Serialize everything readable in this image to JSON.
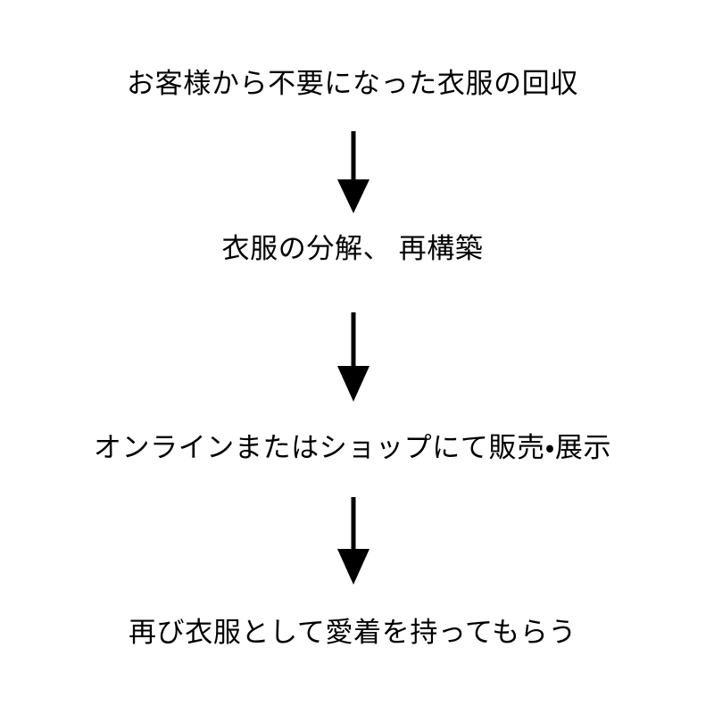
{
  "diagram": {
    "type": "vertical-flowchart",
    "title": "",
    "background_color": "#ffffff",
    "text_color": "#000000",
    "arrow_color": "#000000",
    "direction": "top-to-bottom",
    "step_count": 4,
    "arrow_count": 3,
    "steps": [
      {
        "id": "step-1",
        "order": "1",
        "label": "お客様から不要になった衣服の回収"
      },
      {
        "id": "step-2",
        "order": "2",
        "label": "衣服の分解、 再構築"
      },
      {
        "id": "step-3",
        "order": "3",
        "label": "オンラインまたはショップにて販売・展示"
      },
      {
        "id": "step-4",
        "order": "4",
        "label": "再び衣服として愛着を持ってもらう"
      }
    ],
    "connectors": [
      {
        "id": "arrow-1",
        "icon": "arrow-down-icon",
        "from": "step-1",
        "to": "step-2"
      },
      {
        "id": "arrow-2",
        "icon": "arrow-down-icon",
        "from": "step-2",
        "to": "step-3"
      },
      {
        "id": "arrow-3",
        "icon": "arrow-down-icon",
        "from": "step-3",
        "to": "step-4"
      }
    ]
  }
}
